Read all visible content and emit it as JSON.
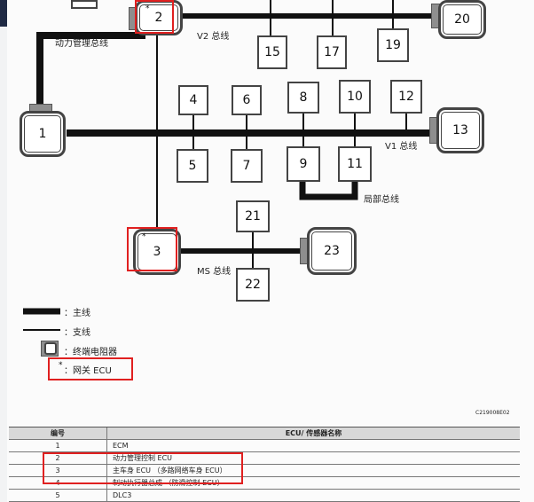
{
  "nodes": {
    "n1": "1",
    "n2": "2",
    "n3": "3",
    "n4": "4",
    "n5": "5",
    "n6": "6",
    "n7": "7",
    "n8": "8",
    "n9": "9",
    "n10": "10",
    "n11": "11",
    "n12": "12",
    "n13": "13",
    "n15": "15",
    "n17": "17",
    "n19": "19",
    "n20": "20",
    "n21": "21",
    "n22": "22",
    "n23": "23"
  },
  "labels": {
    "power_bus": "动力管理总线",
    "v2_bus": "V2 总线",
    "v1_bus": "V1 总线",
    "local_bus": "局部总线",
    "ms_bus": "MS 总线",
    "figure_code": "C219008E02"
  },
  "legend": {
    "main_line": "：主线",
    "branch_line": "：支线",
    "terminator": "：终端电阻器",
    "gateway_mark": "*",
    "gateway": "：网关 ECU"
  },
  "table": {
    "headers": [
      "编号",
      "ECU/ 传感器名称"
    ],
    "rows": [
      [
        "1",
        "ECM"
      ],
      [
        "2",
        "动力管理控制 ECU"
      ],
      [
        "3",
        "主车身 ECU （多路网络车身 ECU）"
      ],
      [
        "4",
        "制动执行器总成 （防滑控制 ECU）"
      ],
      [
        "5",
        "DLC3"
      ]
    ]
  },
  "colors": {
    "highlight": "#e02020",
    "bus": "#111111",
    "terminator": "#8e8e8e"
  }
}
